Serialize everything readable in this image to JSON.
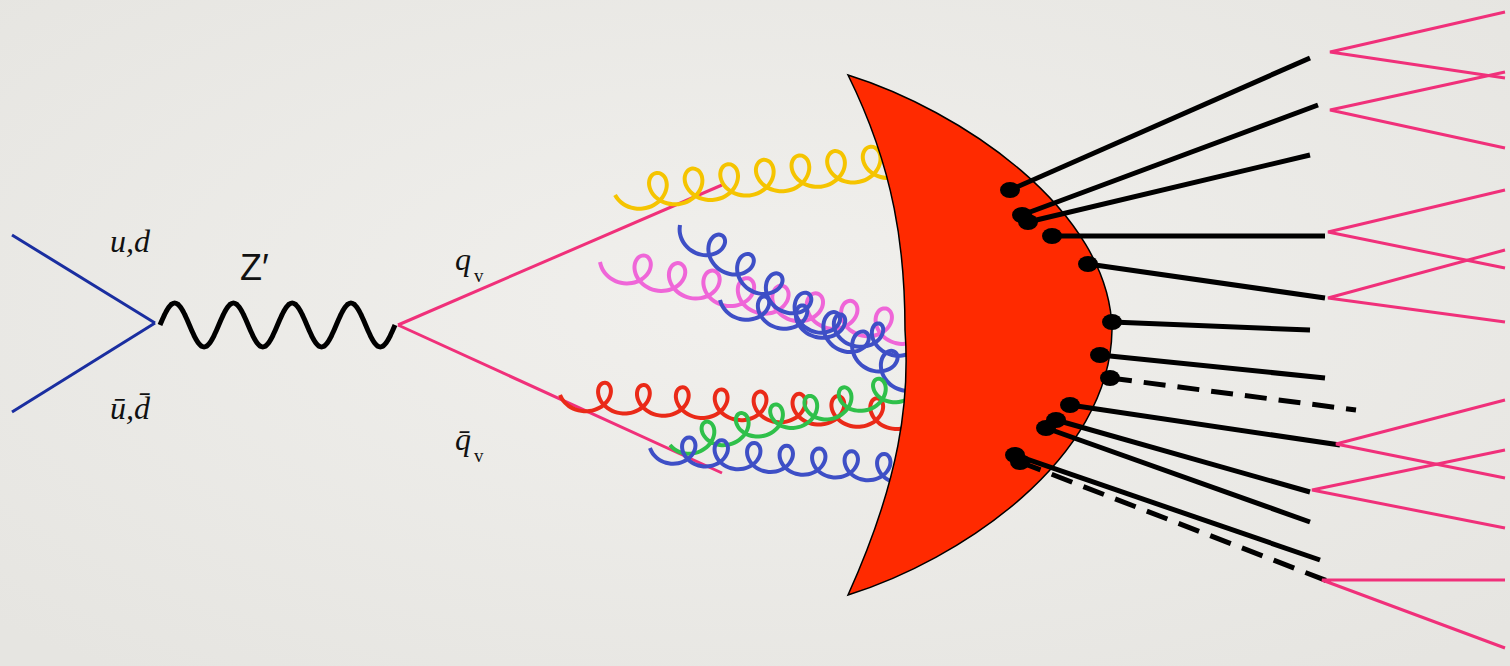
{
  "diagram": {
    "labels": [
      "u,d",
      "ū,d̄",
      "Z′",
      "q",
      "v",
      "q̄",
      "v"
    ]
  }
}
